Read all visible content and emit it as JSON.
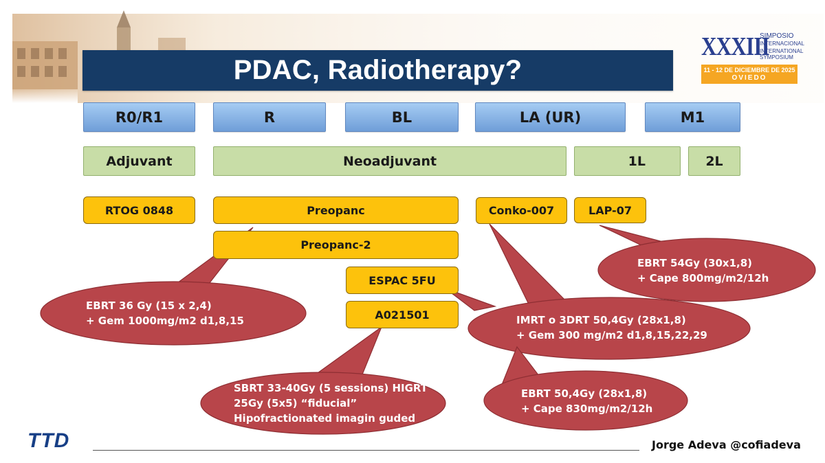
{
  "title": "PDAC, Radiotherapy?",
  "logo": {
    "number": "XXXIII",
    "line1": "SIMPOSIO",
    "line2": "INTERNACIONAL",
    "line3": "INTERNATIONAL",
    "line4": "SYMPOSIUM",
    "dates": "11 - 12 DE DICIEMBRE DE 2025",
    "city": "OVIEDO"
  },
  "stages": [
    "R0/R1",
    "R",
    "BL",
    "LA (UR)",
    "M1"
  ],
  "settings": [
    "Adjuvant",
    "Neoadjuvant",
    "1L",
    "2L"
  ],
  "trials": [
    "RTOG 0848",
    "Preopanc",
    "Preopanc-2",
    "ESPAC 5FU",
    "A021501",
    "Conko-007",
    "LAP-07"
  ],
  "callouts": [
    {
      "lines": [
        "EBRT 36 Gy (15 x 2,4)",
        "+ Gem 1000mg/m2 d1,8,15"
      ]
    },
    {
      "lines": [
        "SBRT 33-40Gy (5 sessions) HIGRT",
        "25Gy (5x5) “fiducial”",
        "Hipofractionated imagin guded"
      ]
    },
    {
      "lines": [
        "IMRT o 3DRT 50,4Gy (28x1,8)",
        "+ Gem 300 mg/m2 d1,8,15,22,29"
      ]
    },
    {
      "lines": [
        "EBRT 50,4Gy (28x1,8)",
        "+ Cape 830mg/m2/12h"
      ]
    },
    {
      "lines": [
        "EBRT 54Gy (30x1,8)",
        "+ Cape 800mg/m2/12h"
      ]
    }
  ],
  "footer": {
    "brand": "TTD",
    "author": "Jorge Adeva @cofiadeva"
  },
  "colors": {
    "banner": "#163b66",
    "stage": "#7fb0e6",
    "setting": "#c8dda7",
    "trial": "#fdc20c",
    "callout": "#b8454a"
  }
}
